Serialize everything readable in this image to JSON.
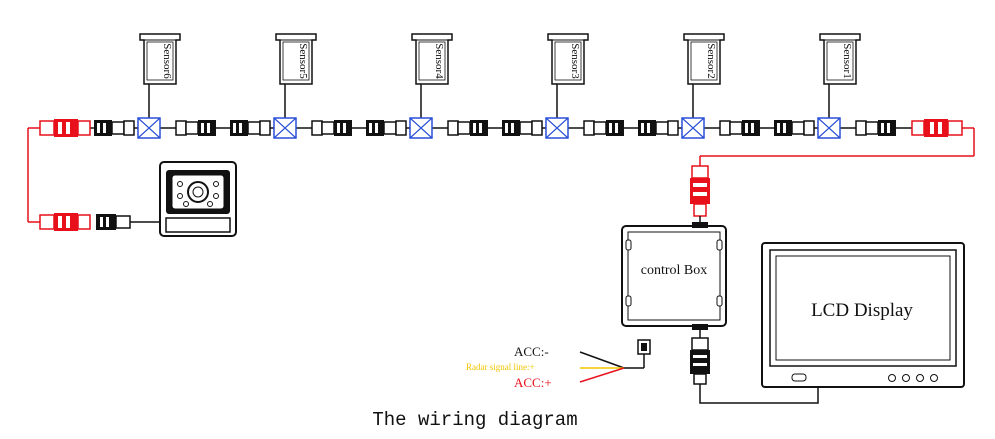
{
  "sensors": [
    "Sensor6",
    "Sensor5",
    "Sensor4",
    "Sensor3",
    "Sensor2",
    "Sensor1"
  ],
  "control_box_label": "control Box",
  "lcd_label": "LCD Display",
  "power": {
    "acc_minus": "ACC:-",
    "radar_signal": "Radar signal line:+",
    "acc_plus": "ACC:+"
  },
  "caption": "The wiring diagram",
  "colors": {
    "line": "#111111",
    "connector_red": "#e8111b",
    "splitter_blue": "#2a4fd6",
    "radar_yellow": "#f2c500",
    "acc_red": "#e8111b"
  },
  "icons": [
    "camera-icon",
    "control-box-icon",
    "lcd-monitor-icon",
    "connector-icon",
    "splitter-icon",
    "fuse-holder-icon"
  ]
}
